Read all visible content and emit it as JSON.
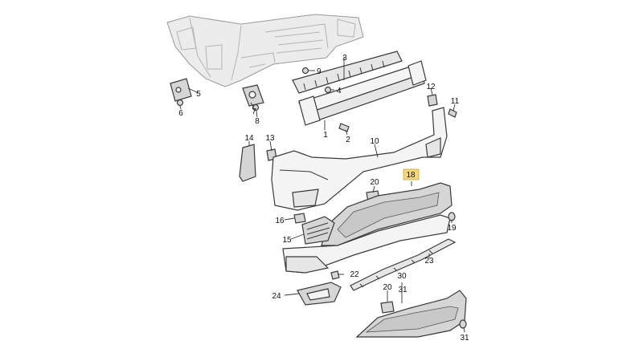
{
  "callouts": [
    {
      "id": "c1",
      "text": "1"
    },
    {
      "id": "c2",
      "text": "2"
    },
    {
      "id": "c3",
      "text": "3"
    },
    {
      "id": "c4",
      "text": "4"
    },
    {
      "id": "c5",
      "text": "5"
    },
    {
      "id": "c6",
      "text": "6"
    },
    {
      "id": "c7",
      "text": "7"
    },
    {
      "id": "c8",
      "text": "8"
    },
    {
      "id": "c9",
      "text": "9"
    },
    {
      "id": "c10",
      "text": "10"
    },
    {
      "id": "c11",
      "text": "11"
    },
    {
      "id": "c12",
      "text": "12"
    },
    {
      "id": "c13",
      "text": "13"
    },
    {
      "id": "c14",
      "text": "14"
    },
    {
      "id": "c15",
      "text": "15"
    },
    {
      "id": "c16",
      "text": "16"
    },
    {
      "id": "c18",
      "text": "18"
    },
    {
      "id": "c19",
      "text": "19"
    },
    {
      "id": "c20a",
      "text": "20"
    },
    {
      "id": "c20b",
      "text": "20"
    },
    {
      "id": "c22",
      "text": "22"
    },
    {
      "id": "c23",
      "text": "23"
    },
    {
      "id": "c24",
      "text": "24"
    },
    {
      "id": "c30",
      "text": "30"
    },
    {
      "id": "c31a",
      "text": "31"
    },
    {
      "id": "c31b",
      "text": "31"
    }
  ],
  "highlighted_part": "18",
  "colors": {
    "highlight": "#f6d77a",
    "line": "#3a3a3a",
    "background": "#ffffff"
  }
}
